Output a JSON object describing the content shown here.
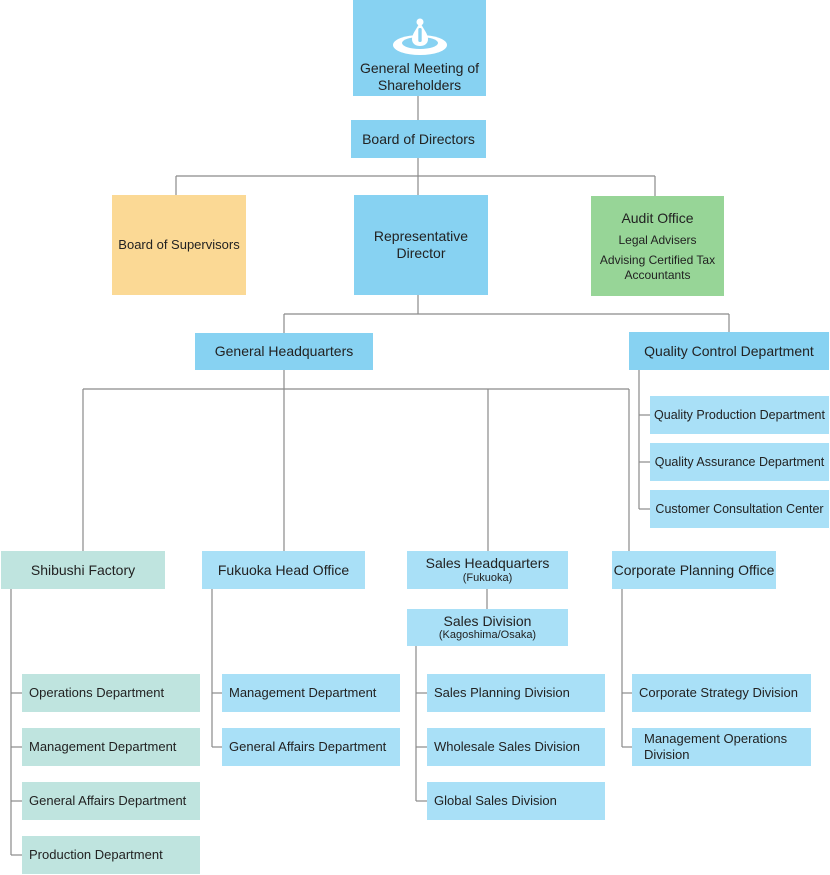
{
  "chart": {
    "shareholders": {
      "line1": "General Meeting of",
      "line2": "Shareholders",
      "logo_icon": "water-drop-icon"
    },
    "board_of_directors": "Board of Directors",
    "board_of_supervisors": "Board of Supervisors",
    "representative_director": {
      "line1": "Representative",
      "line2": "Director"
    },
    "audit_office": {
      "title": "Audit Office",
      "legal": "Legal Advisers",
      "tax_line1": "Advising Certified Tax",
      "tax_line2": "Accountants"
    },
    "general_headquarters": "General Headquarters",
    "quality_control": {
      "title": "Quality Control Department",
      "items": [
        "Quality Production Department",
        "Quality Assurance Department",
        "Customer Consultation Center"
      ]
    },
    "shibushi_factory": {
      "title": "Shibushi Factory",
      "items": [
        "Operations Department",
        "Management Department",
        "General Affairs Department",
        "Production Department"
      ]
    },
    "fukuoka_head_office": {
      "title": "Fukuoka Head Office",
      "items": [
        "Management Department",
        "General Affairs Department"
      ]
    },
    "sales_headquarters": {
      "title": "Sales Headquarters",
      "sub": "(Fukuoka)"
    },
    "sales_division": {
      "title": "Sales Division",
      "sub": "(Kagoshima/Osaka)",
      "items": [
        "Sales Planning Division",
        "Wholesale Sales Division",
        "Global Sales Division"
      ]
    },
    "corporate_planning": {
      "title": "Corporate Planning Office",
      "items": [
        "Corporate Strategy Division"
      ],
      "mgmt_ops_line1": "Management Operations",
      "mgmt_ops_line2": "Division"
    }
  },
  "colors": {
    "blue": "#a9e0f7",
    "blue_dark": "#87d2f2",
    "teal": "#bfe4df",
    "yellow": "#fbd995",
    "green": "#97d597",
    "line": "#8a8a8a"
  }
}
